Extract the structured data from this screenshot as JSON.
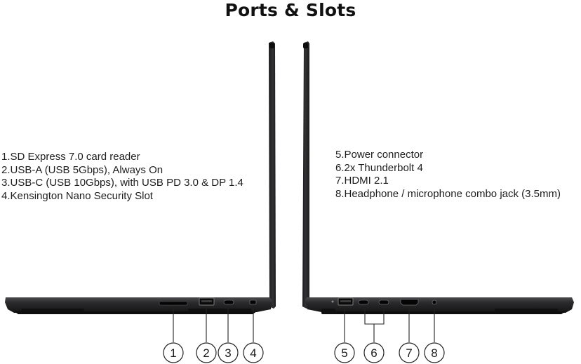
{
  "title": "Ports & Slots",
  "left_ports": [
    "1.SD Express 7.0 card reader",
    "2.USB-A (USB 5Gbps), Always On",
    "3.USB-C (USB 10Gbps), with USB PD 3.0 & DP 1.4",
    "4.Kensington Nano Security Slot"
  ],
  "right_ports": [
    "5.Power connector",
    "6.2x Thunderbolt 4",
    "7.HDMI 2.1",
    "8.Headphone / microphone combo jack (3.5mm)"
  ],
  "callouts": [
    "1",
    "2",
    "3",
    "4",
    "5",
    "6",
    "7",
    "8"
  ]
}
